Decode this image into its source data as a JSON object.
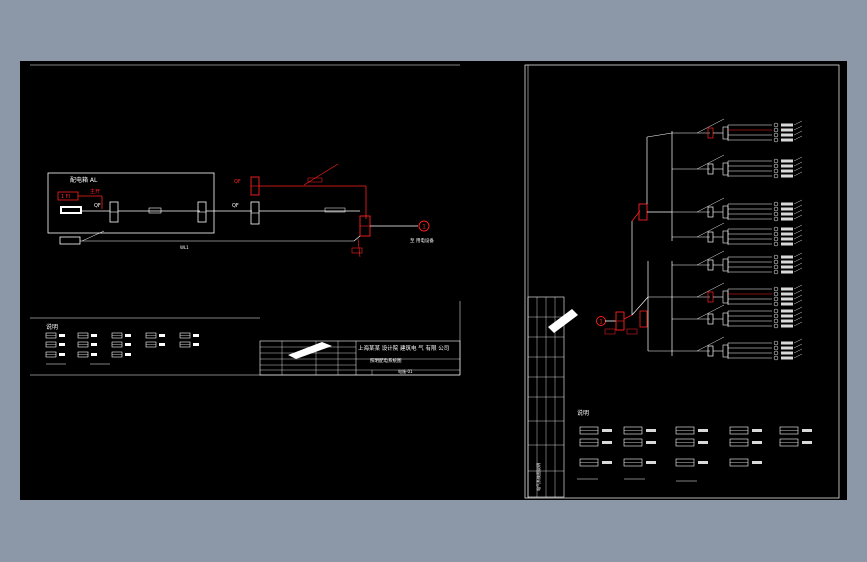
{
  "colors": {
    "background": "#8c97a8",
    "sheet": "#000000",
    "line": "#ffffff",
    "highlight": "#ff2020"
  },
  "left_drawing": {
    "panel_label": "配电箱 AL",
    "source_tag": "1 FI",
    "input_label": "主开",
    "device_labels": [
      "QF",
      "QF",
      "QF"
    ],
    "branch_label": "WL1",
    "endpoint_number": "1",
    "endpoint_caption": "至 用电设备"
  },
  "legend": {
    "title": "说明"
  },
  "title_block": {
    "company": "上海某某 设计院 建筑电 气 有限 公司",
    "drawing_name": "照明配电系统图",
    "drawing_no": "电施-01"
  },
  "right_drawing": {
    "source_number": "1",
    "legend_title": "说明",
    "side_note": "电气系统图说明"
  }
}
